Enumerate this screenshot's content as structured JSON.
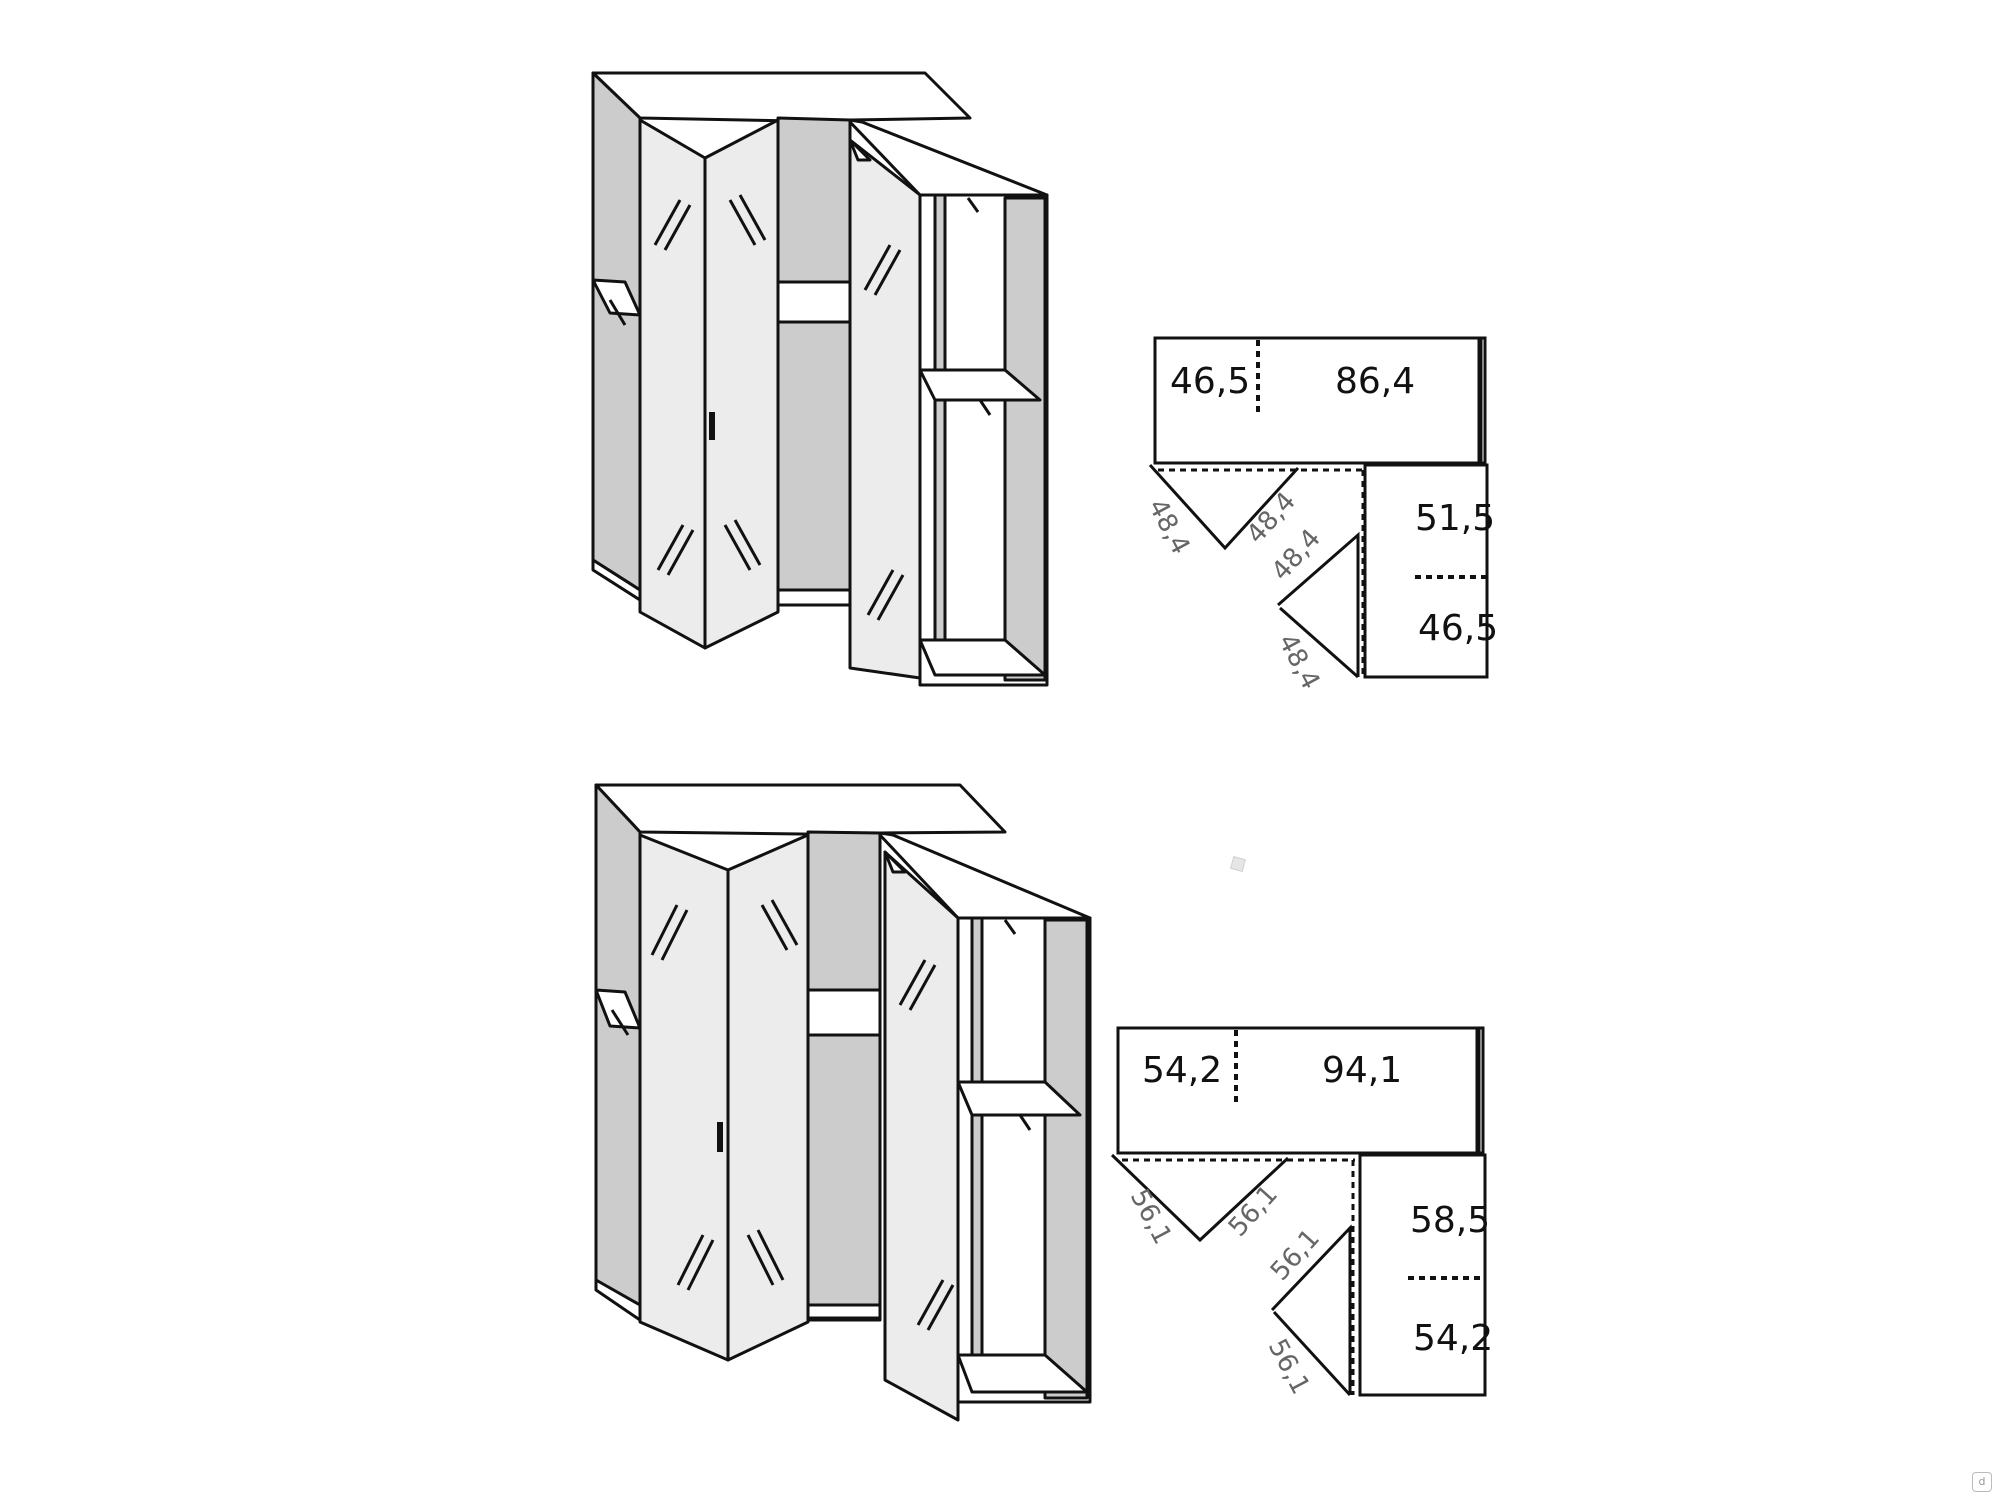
{
  "diagrams": [
    {
      "plan": {
        "top_left": "46,5",
        "top_right": "86,4",
        "right_top": "51,5",
        "right_bottom": "46,5",
        "diag_1": "48,4",
        "diag_2": "48,4",
        "diag_3": "48,4",
        "diag_4": "48,4"
      }
    },
    {
      "plan": {
        "top_left": "54,2",
        "top_right": "94,1",
        "right_top": "58,5",
        "right_bottom": "54,2",
        "diag_1": "56,1",
        "diag_2": "56,1",
        "diag_3": "56,1",
        "diag_4": "56,1"
      }
    }
  ],
  "watermark_icon": "logo-mark-icon",
  "colors": {
    "line": "#111111",
    "panel_fill": "#cccccc",
    "door_fill": "#ececec"
  }
}
